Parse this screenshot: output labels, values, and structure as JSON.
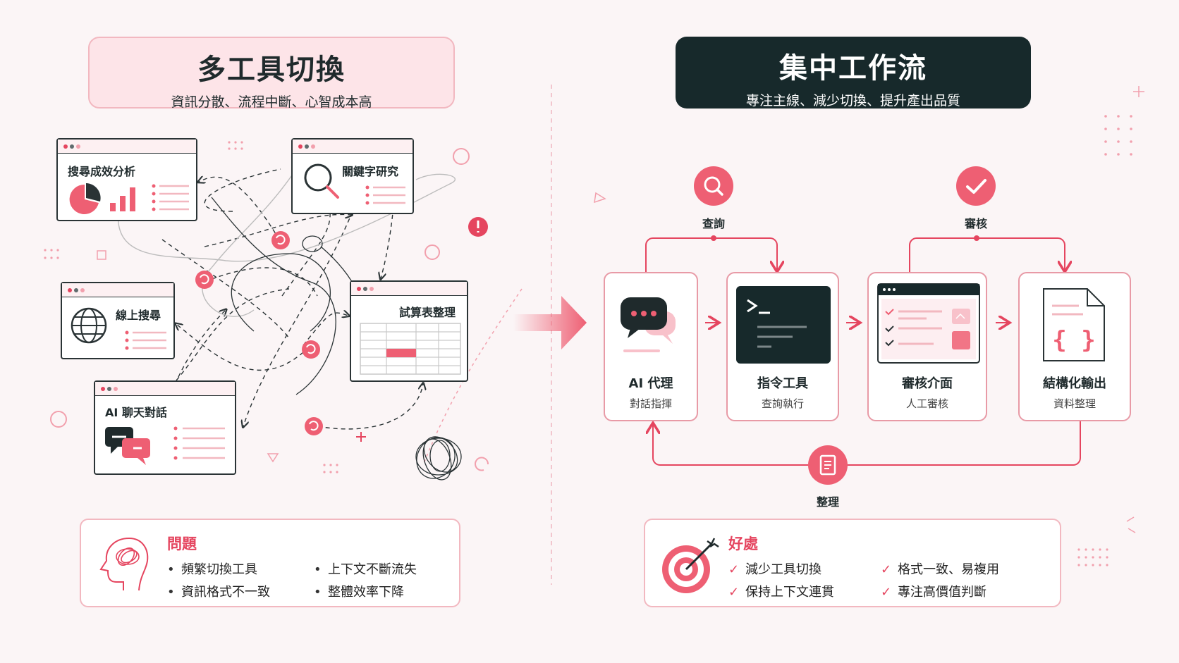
{
  "left_panel": {
    "title": "多工具切換",
    "subtitle": "資訊分散、流程中斷、心智成本高",
    "windows": [
      {
        "title": "搜尋成效分析",
        "icon": "chart-icon"
      },
      {
        "title": "關鍵字研究",
        "icon": "magnifier-icon"
      },
      {
        "title": "線上搜尋",
        "icon": "globe-icon"
      },
      {
        "title": "試算表整理",
        "icon": "spreadsheet-icon"
      },
      {
        "title": "AI 聊天對話",
        "icon": "chat-icon"
      }
    ],
    "problems": {
      "heading": "問題",
      "items": [
        "頻繁切換工具",
        "上下文不斷流失",
        "資訊格式不一致",
        "整體效率下降"
      ]
    }
  },
  "right_panel": {
    "title": "集中工作流",
    "subtitle": "專注主線、減少切換、提升產出品質",
    "steps": [
      {
        "title": "AI 代理",
        "sub": "對話指揮"
      },
      {
        "title": "指令工具",
        "sub": "查詢執行"
      },
      {
        "title": "審核介面",
        "sub": "人工審核"
      },
      {
        "title": "結構化輸出",
        "sub": "資料整理"
      }
    ],
    "loops": {
      "query": "查詢",
      "review": "審核",
      "organize": "整理"
    },
    "benefits": {
      "heading": "好處",
      "items": [
        "減少工具切換",
        "格式一致、易複用",
        "保持上下文連貫",
        "專注高價值判斷"
      ]
    }
  },
  "colors": {
    "accent": "#ee5f73",
    "dark": "#17292b",
    "pink_bg": "#fde4e8",
    "border_pink": "#e89aa6"
  }
}
